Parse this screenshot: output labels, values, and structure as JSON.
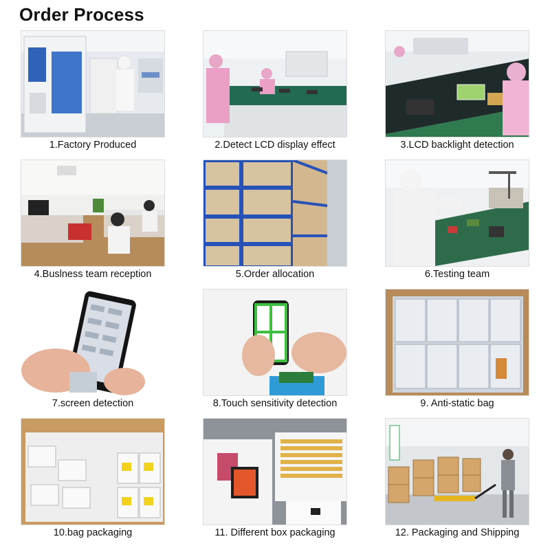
{
  "page": {
    "title": "Order Process"
  },
  "steps": [
    {
      "caption": "1.Factory Produced"
    },
    {
      "caption": "2.Detect LCD display effect"
    },
    {
      "caption": "3.LCD backlight detection"
    },
    {
      "caption": "4.Buslness team reception"
    },
    {
      "caption": "5.Order allocation"
    },
    {
      "caption": "6.Testing team"
    },
    {
      "caption": "7.screen detection"
    },
    {
      "caption": "8.Touch sensitivity detection"
    },
    {
      "caption": "9. Anti-static bag"
    },
    {
      "caption": "10.bag packaging"
    },
    {
      "caption": "11. Different box packaging"
    },
    {
      "caption": "12. Packaging and Shipping"
    }
  ],
  "colors": {
    "text": "#111111",
    "background": "#ffffff"
  }
}
